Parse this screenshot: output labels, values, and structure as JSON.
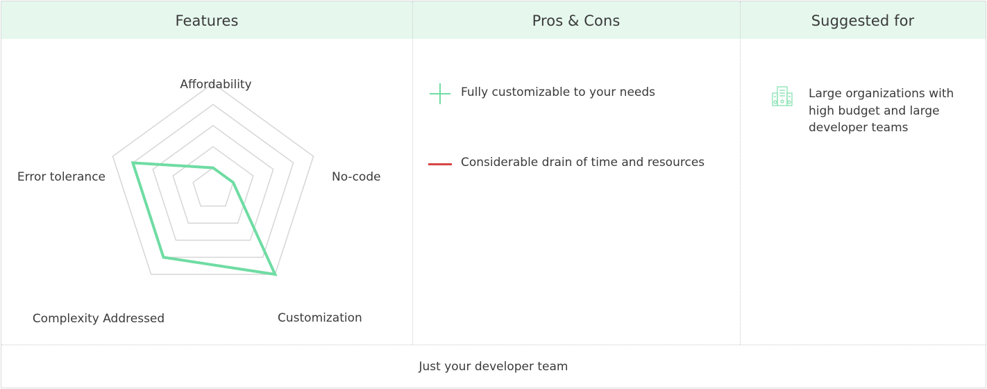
{
  "header": {
    "features": "Features",
    "pros_cons": "Pros & Cons",
    "suggested_for": "Suggested for"
  },
  "pros": [
    "Fully customizable to your needs"
  ],
  "cons": [
    "Considerable drain of time and resources"
  ],
  "suggested": {
    "icon": "building-icon",
    "text": "Large organizations with high budget and large developer teams"
  },
  "footer": "Just your developer team",
  "colors": {
    "accent": "#6fdca3",
    "header_bg": "#e6f8ee",
    "con": "#d64545",
    "grid": "#d6d6d6"
  },
  "chart_data": {
    "type": "radar",
    "axes": [
      "Affordability",
      "No-code",
      "Customization",
      "Complexity Addressed",
      "Error tolerance"
    ],
    "values": [
      0.2,
      0.2,
      1.0,
      0.8,
      0.8
    ],
    "range": [
      0,
      1
    ],
    "grid_levels": 5
  }
}
